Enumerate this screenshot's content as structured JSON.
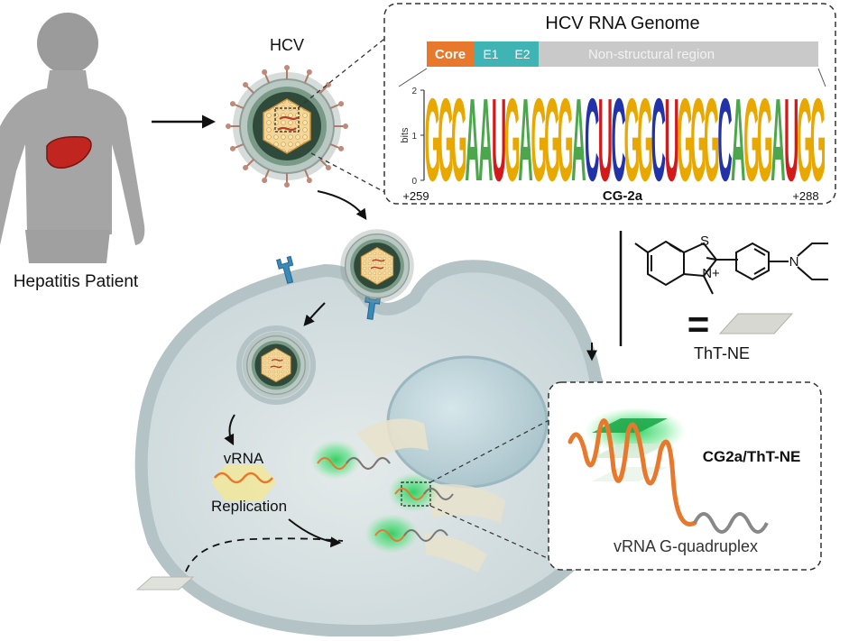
{
  "labels": {
    "patient": "Hepatitis Patient",
    "hcv": "HCV",
    "genome_title": "HCV RNA Genome",
    "vrna": "vRNA",
    "replication": "Replication",
    "inset_title": "CG2a/ThT-NE",
    "inset_caption": "vRNA G-quadruplex",
    "tht": "ThT-NE",
    "sulfur": "S",
    "nitrogen": "N",
    "nitrogen_plus": "N+",
    "equals": "="
  },
  "genome": {
    "segments": [
      "Core",
      "E1",
      "E2",
      "Non-structural region"
    ],
    "logo": {
      "sequence": "GGGAAUGAGGGACUCGGCUGGGCAGGAUGG",
      "y_axis_label": "bits",
      "y_ticks": [
        "0",
        "1",
        "2"
      ],
      "start": "+259",
      "end": "+288",
      "name": "CG-2a"
    }
  },
  "colors": {
    "G": "#e8a800",
    "A": "#4ca64c",
    "C": "#2233aa",
    "U": "#d21a1a",
    "core": "#e8782c",
    "envelope": "#40b4b4",
    "nonstructural": "#c9c9c9",
    "glow": "#22cc55"
  }
}
